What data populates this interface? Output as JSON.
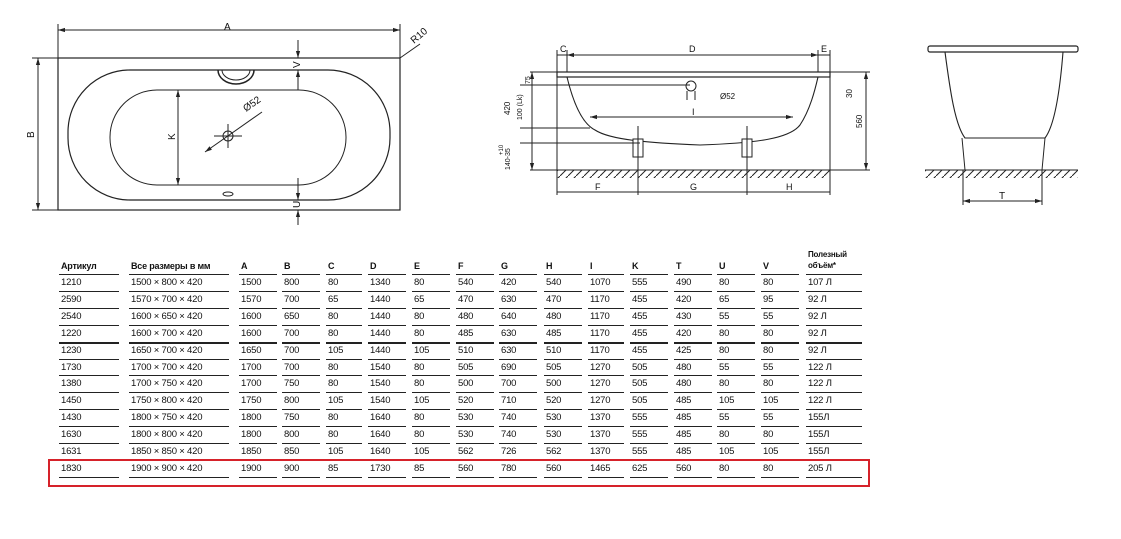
{
  "drawing": {
    "top_view": {
      "A": "A",
      "B": "B",
      "R10": "R10",
      "V": "V",
      "U": "U",
      "K": "K",
      "d52": "Ø52"
    },
    "side_view": {
      "C": "C",
      "D": "D",
      "E": "E",
      "F": "F",
      "G": "G",
      "H": "H",
      "I": "I",
      "d52": "Ø52",
      "h420": "420",
      "h100": "100 (Lk)",
      "h75": "75",
      "h140": "140-35",
      "p10": "+10",
      "h30": "30",
      "h560": "560"
    },
    "end_view": {
      "T": "T"
    }
  },
  "table": {
    "columns": [
      "Артикул",
      "Все размеры в мм",
      "A",
      "B",
      "C",
      "D",
      "E",
      "F",
      "G",
      "H",
      "I",
      "K",
      "T",
      "U",
      "V",
      "Полезный объём*"
    ],
    "rows": [
      [
        "1210",
        "1500 × 800 × 420",
        "1500",
        "800",
        "80",
        "1340",
        "80",
        "540",
        "420",
        "540",
        "1070",
        "555",
        "490",
        "80",
        "80",
        "107 Л"
      ],
      [
        "2590",
        "1570 × 700 × 420",
        "1570",
        "700",
        "65",
        "1440",
        "65",
        "470",
        "630",
        "470",
        "1170",
        "455",
        "420",
        "65",
        "95",
        "92 Л"
      ],
      [
        "2540",
        "1600 × 650 × 420",
        "1600",
        "650",
        "80",
        "1440",
        "80",
        "480",
        "640",
        "480",
        "1170",
        "455",
        "430",
        "55",
        "55",
        "92 Л"
      ],
      [
        "1220",
        "1600 × 700 × 420",
        "1600",
        "700",
        "80",
        "1440",
        "80",
        "485",
        "630",
        "485",
        "1170",
        "455",
        "420",
        "80",
        "80",
        "92 Л"
      ],
      [
        "1230",
        "1650 × 700 × 420",
        "1650",
        "700",
        "105",
        "1440",
        "105",
        "510",
        "630",
        "510",
        "1170",
        "455",
        "425",
        "80",
        "80",
        "92 Л"
      ],
      [
        "1730",
        "1700 × 700 × 420",
        "1700",
        "700",
        "80",
        "1540",
        "80",
        "505",
        "690",
        "505",
        "1270",
        "505",
        "480",
        "55",
        "55",
        "122 Л"
      ],
      [
        "1380",
        "1700 × 750 × 420",
        "1700",
        "750",
        "80",
        "1540",
        "80",
        "500",
        "700",
        "500",
        "1270",
        "505",
        "480",
        "80",
        "80",
        "122 Л"
      ],
      [
        "1450",
        "1750 × 800 × 420",
        "1750",
        "800",
        "105",
        "1540",
        "105",
        "520",
        "710",
        "520",
        "1270",
        "505",
        "485",
        "105",
        "105",
        "122 Л"
      ],
      [
        "1430",
        "1800 × 750 × 420",
        "1800",
        "750",
        "80",
        "1640",
        "80",
        "530",
        "740",
        "530",
        "1370",
        "555",
        "485",
        "55",
        "55",
        "155Л"
      ],
      [
        "1630",
        "1800 × 800 × 420",
        "1800",
        "800",
        "80",
        "1640",
        "80",
        "530",
        "740",
        "530",
        "1370",
        "555",
        "485",
        "80",
        "80",
        "155Л"
      ],
      [
        "1631",
        "1850 × 850 × 420",
        "1850",
        "850",
        "105",
        "1640",
        "105",
        "562",
        "726",
        "562",
        "1370",
        "555",
        "485",
        "105",
        "105",
        "155Л"
      ],
      [
        "1830",
        "1900 × 900 × 420",
        "1900",
        "900",
        "85",
        "1730",
        "85",
        "560",
        "780",
        "560",
        "1465",
        "625",
        "560",
        "80",
        "80",
        "205 Л"
      ]
    ],
    "highlighted_row": 11,
    "highlight_color": "#d6222a"
  }
}
